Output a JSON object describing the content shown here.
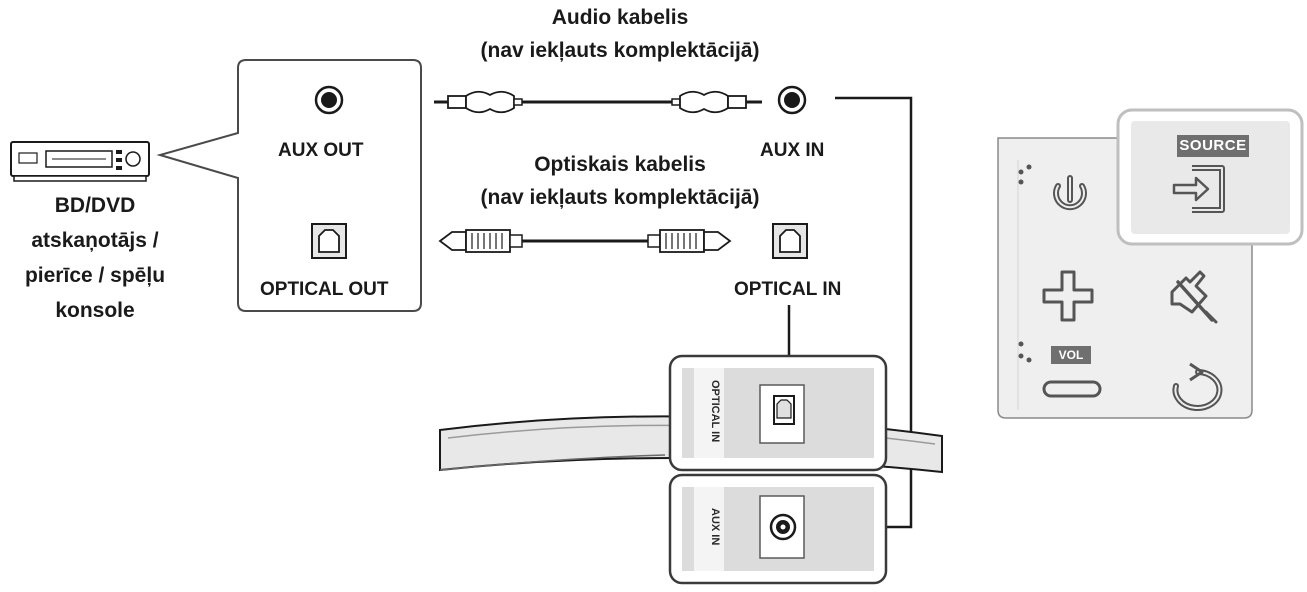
{
  "source_device": {
    "name_line1": "BD/DVD",
    "name_line2": "atskaņotājs /",
    "name_line3": "pierīce / spēļu",
    "name_line4": "konsole"
  },
  "source_ports": {
    "aux_out": "AUX OUT",
    "optical_out": "OPTICAL OUT"
  },
  "cables": {
    "audio_title": "Audio kabelis",
    "audio_note": "(nav iekļauts komplektācijā)",
    "optical_title": "Optiskais kabelis",
    "optical_note": "(nav iekļauts komplektācijā)"
  },
  "soundbar_ports": {
    "aux_in": "AUX IN",
    "optical_in": "OPTICAL IN",
    "panel_optical_label": "OPTICAL IN",
    "panel_aux_label": "AUX IN"
  },
  "remote": {
    "source_label": "SOURCE",
    "vol_label": "VOL",
    "icons": [
      "power-icon",
      "source-input-icon",
      "volume-up-icon",
      "mute-icon",
      "volume-down-icon",
      "repeat-icon"
    ]
  },
  "colors": {
    "line": "#1a1a1a",
    "panel_gray": "#eeeeee",
    "highlight_border": "#bfbfbf",
    "tag_gray": "#6f6f6f"
  }
}
